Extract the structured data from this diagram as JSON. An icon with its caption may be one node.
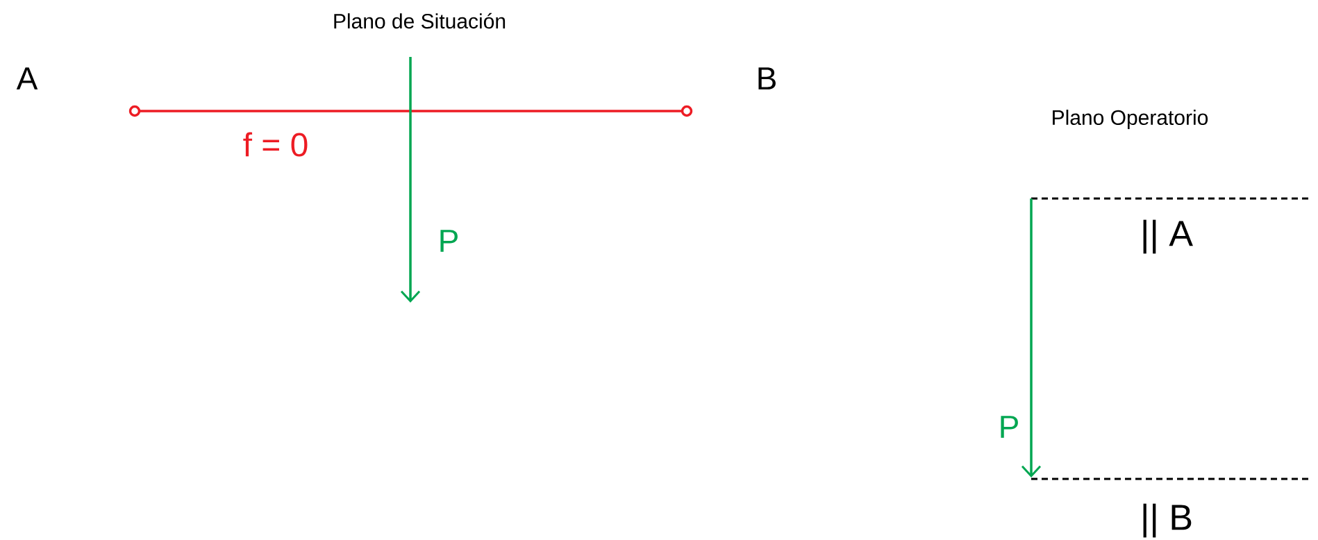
{
  "diagram": {
    "labels": [
      "Plano de Situación",
      "A",
      "B",
      "Plano Operatorio",
      "f = 0",
      "|| A",
      "P",
      "P",
      "|| B"
    ]
  }
}
